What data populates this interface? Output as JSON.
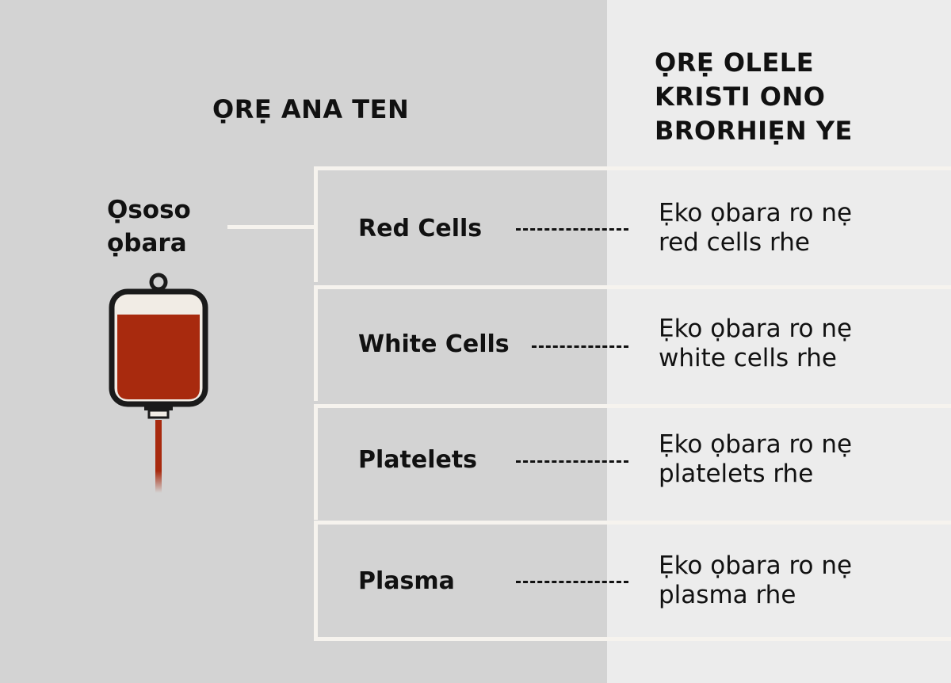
{
  "headings": {
    "left": "ỌRẸ ANA TEN",
    "right": [
      "ỌRẸ OLELE",
      "KRISTI ONO",
      "BRORHIẸN YE"
    ]
  },
  "whole_blood": {
    "label_lines": [
      "Ọsoso",
      "ọbara"
    ]
  },
  "components": [
    {
      "name": "Red Cells",
      "description": [
        "Ẹko ọbara ro nẹ",
        "red cells rhe"
      ]
    },
    {
      "name": "White Cells",
      "description": [
        "Ẹko ọbara ro nẹ",
        "white cells rhe"
      ]
    },
    {
      "name": "Platelets",
      "description": [
        "Ẹko ọbara ro nẹ",
        "platelets rhe"
      ]
    },
    {
      "name": "Plasma",
      "description": [
        "Ẹko ọbara ro nẹ",
        "plasma rhe"
      ]
    }
  ],
  "colors": {
    "left_background": "#d3d3d3",
    "right_background": "#ececec",
    "lines": "#f6f3ee",
    "blood": "#a82a0e",
    "bag_outline": "#1a1a1a"
  }
}
